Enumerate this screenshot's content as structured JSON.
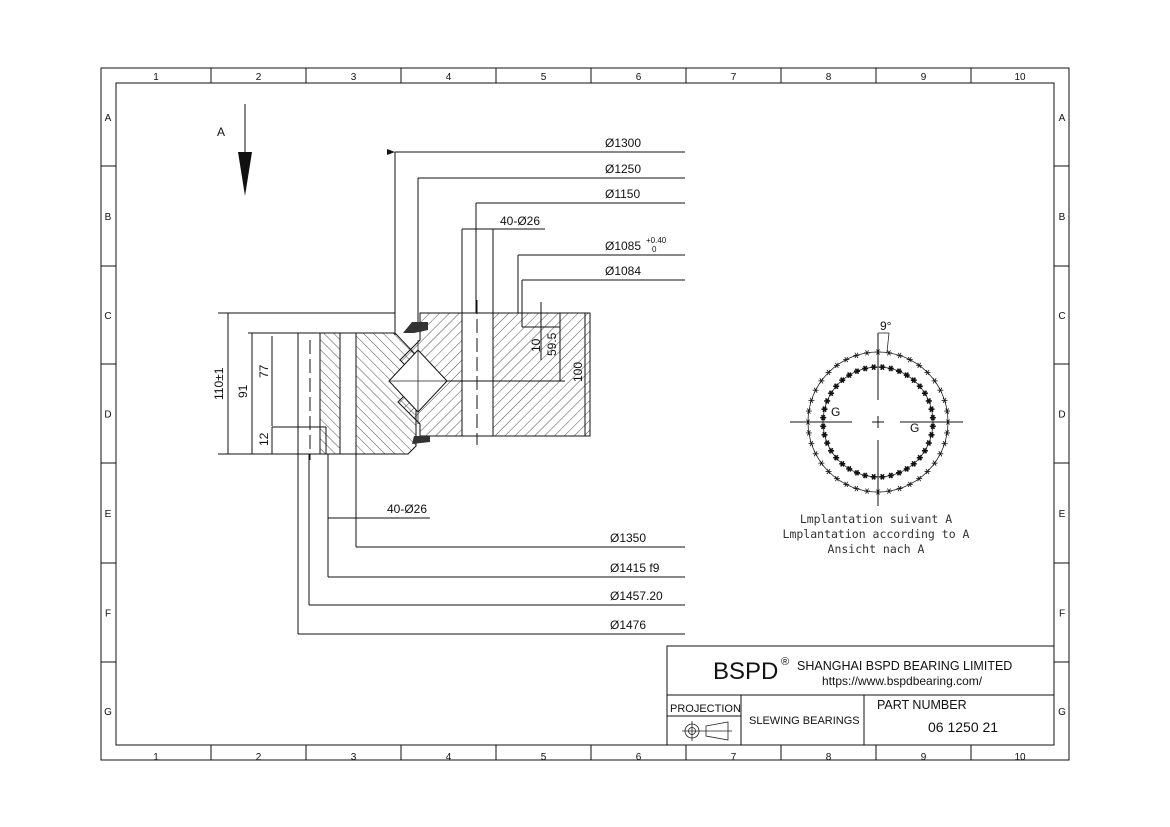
{
  "frame": {
    "columns": [
      "1",
      "2",
      "3",
      "4",
      "5",
      "6",
      "7",
      "8",
      "9",
      "10"
    ],
    "rows": [
      "A",
      "B",
      "C",
      "D",
      "E",
      "F",
      "G"
    ]
  },
  "view_label": "A",
  "top_dimensions": [
    "Ø1300",
    "Ø1250",
    "Ø1150",
    "40-Ø26",
    "Ø1085",
    "Ø1084"
  ],
  "tolerance_upper": "+0.40",
  "tolerance_lower": "0",
  "bottom_dimensions": [
    "40-Ø26",
    "Ø1350",
    "Ø1415 f9",
    "Ø1457.20",
    "Ø1476"
  ],
  "vertical_dimensions": {
    "total": "110±1",
    "outer": "91",
    "mid": "77",
    "low": "12",
    "inner_top": "10",
    "center": "59.5",
    "inner": "100"
  },
  "circle_view": {
    "angle": "9°",
    "g_left": "G",
    "g_right": "G",
    "outer_holes": 40,
    "inner_holes": 40,
    "caption": [
      "Lmplantation suivant A",
      "Lmplantation according to A",
      "Ansicht nach A"
    ]
  },
  "title_block": {
    "brand": "BSPD",
    "registered": "®",
    "company": "SHANGHAI BSPD BEARING LIMITED",
    "website": "https://www.bspdbearing.com/",
    "projection_label": "PROJECTION",
    "product": "SLEWING BEARINGS",
    "part_number_label": "PART  NUMBER",
    "part_number": "06 1250 21"
  }
}
